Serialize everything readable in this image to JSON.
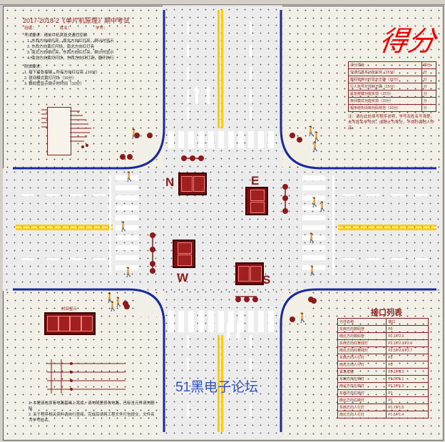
{
  "header": {
    "exam_title": "2017-2018-2《单片机原理》期中考试",
    "class_label": "班级：",
    "name_label": "姓名：",
    "id_label": "学号："
  },
  "instructions": {
    "lines": [
      "考试要求：用单片机实现交通灯控制",
      "1. 东西方向绿灯亮，南北方向红灯亮，倒计时显示",
      "2. 东西方向黄灯闪烁，南北方向红灯亮",
      "3. 南北方向绿灯亮，东西方向红灯亮，倒计时显示",
      "4. 南北方向黄灯闪烁，东西方向红灯亮，循环执行",
      "附加要求：",
      "1. 按下紧急按键，所有方向红灯亮（10分）",
      "2. 夜间模式黄灯闪烁（10分）",
      "3. 数码管显示倒计时时间（10分）"
    ]
  },
  "score": {
    "title": "得分",
    "header": [
      "评分项目",
      "得分"
    ],
    "rows": [
      [
        "交通灯基本功能实现（15分）",
        "分"
      ],
      [
        "数码管倒计时显示正确（15分）",
        "分"
      ],
      [
        "行人信号灯控制正确（15分）",
        "分"
      ],
      [
        "紧急按键功能实现（15分）",
        "分"
      ],
      [
        "夜间模式功能实现（10分）",
        "分"
      ],
      [
        "程序结构清晰代码规范（10分）",
        "分"
      ]
    ],
    "note": "注：请在此处填写程序说明，学号及姓名写清楚，未写姓名学号的，成绩计为零分，不得抄袭他人作品。"
  },
  "directions": {
    "north": "N",
    "south": "S",
    "east": "E",
    "west": "W"
  },
  "interface": {
    "title": "接口列表",
    "header": [
      "元件名称",
      "端口"
    ],
    "rows": [
      [
        "东西方向数码管",
        "P0"
      ],
      [
        "南北方向数码管",
        "P2.1/P2.0"
      ],
      [
        "东西方向红黄绿灯",
        "P2.2/P2.3/P2.4"
      ],
      [
        "南北方向红黄绿灯",
        "P2.5/P2.6/P2.7"
      ],
      [
        "东西方向人行灯",
        "P3"
      ],
      [
        "南北方向人行灯",
        "P3"
      ],
      [
        "紧急按键",
        "P3.2/P3.3"
      ],
      [
        "东西方向左转灯",
        "P1.0/P1.1"
      ],
      [
        "南北方向左转灯",
        "P1.2/P1.3"
      ],
      [
        "东西方向右转灯",
        "P1"
      ],
      [
        "南北方向右转灯",
        "P1"
      ],
      [
        "东西方向人行灯",
        "P1.7/P1.6"
      ],
      [
        "南北方向人行灯",
        "P1.5/P1.4"
      ]
    ]
  },
  "bottom_notes": [
    "1. 本题请在原有电路基础上完成，请勿随意修改电路，已标注元件请勿删除",
    "2. 关于程序相关资料请自行查阅，完成后请将工程文件打包提交，文件名为学号姓名，"
  ],
  "small_display_label": "时间显示",
  "watermark": "51黑电子论坛",
  "colors": {
    "accent": "#8b1a1a",
    "road_edge": "#1a2a9a",
    "center_line": "#ffcc00",
    "watermark": "#3050c8",
    "score_red": "#e00000"
  }
}
